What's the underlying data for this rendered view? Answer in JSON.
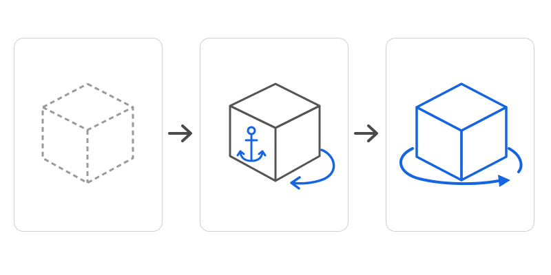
{
  "colors": {
    "dashed_cube": "#9a9a9a",
    "solid_cube": "#555555",
    "accent": "#1565e0",
    "arrow": "#4a4a4a",
    "panel_border": "#cfcfcf",
    "background": "#ffffff"
  },
  "panels": [
    {
      "icon": "dashed-cube-icon",
      "state": "placeholder"
    },
    {
      "icon": "anchored-cube-icon",
      "state": "anchored-rotating"
    },
    {
      "icon": "rotating-cube-icon",
      "state": "placed-rotating"
    }
  ],
  "connectors": [
    {
      "icon": "right-arrow-icon"
    },
    {
      "icon": "right-arrow-icon"
    }
  ]
}
